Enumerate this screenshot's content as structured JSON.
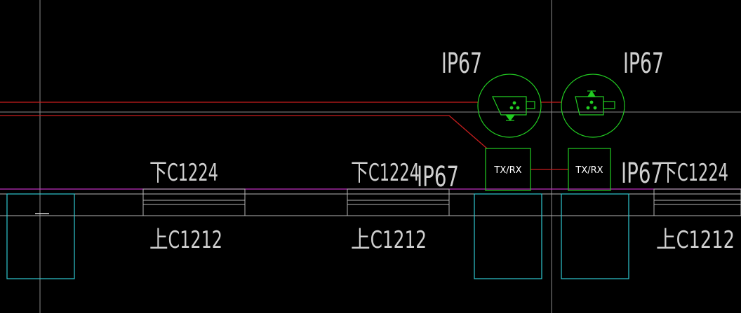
{
  "ip_labels": [
    "IP67",
    "IP67",
    "IP67",
    "IP67"
  ],
  "transceivers": [
    "TX/RX",
    "TX/RX"
  ],
  "window_labels": {
    "lower": [
      "下C1224",
      "下C1224",
      "下C1224"
    ],
    "upper": [
      "上C1212",
      "上C1212",
      "上C1212"
    ]
  },
  "colors": {
    "background": "#000000",
    "red_line": "#c81e1e",
    "green": "#22cc22",
    "magenta": "#c030c0",
    "cyan": "#30c8d0",
    "gray": "#b4b4b4",
    "white_text": "#d8d8d8"
  },
  "icons": {
    "camera": "camera-icon"
  }
}
